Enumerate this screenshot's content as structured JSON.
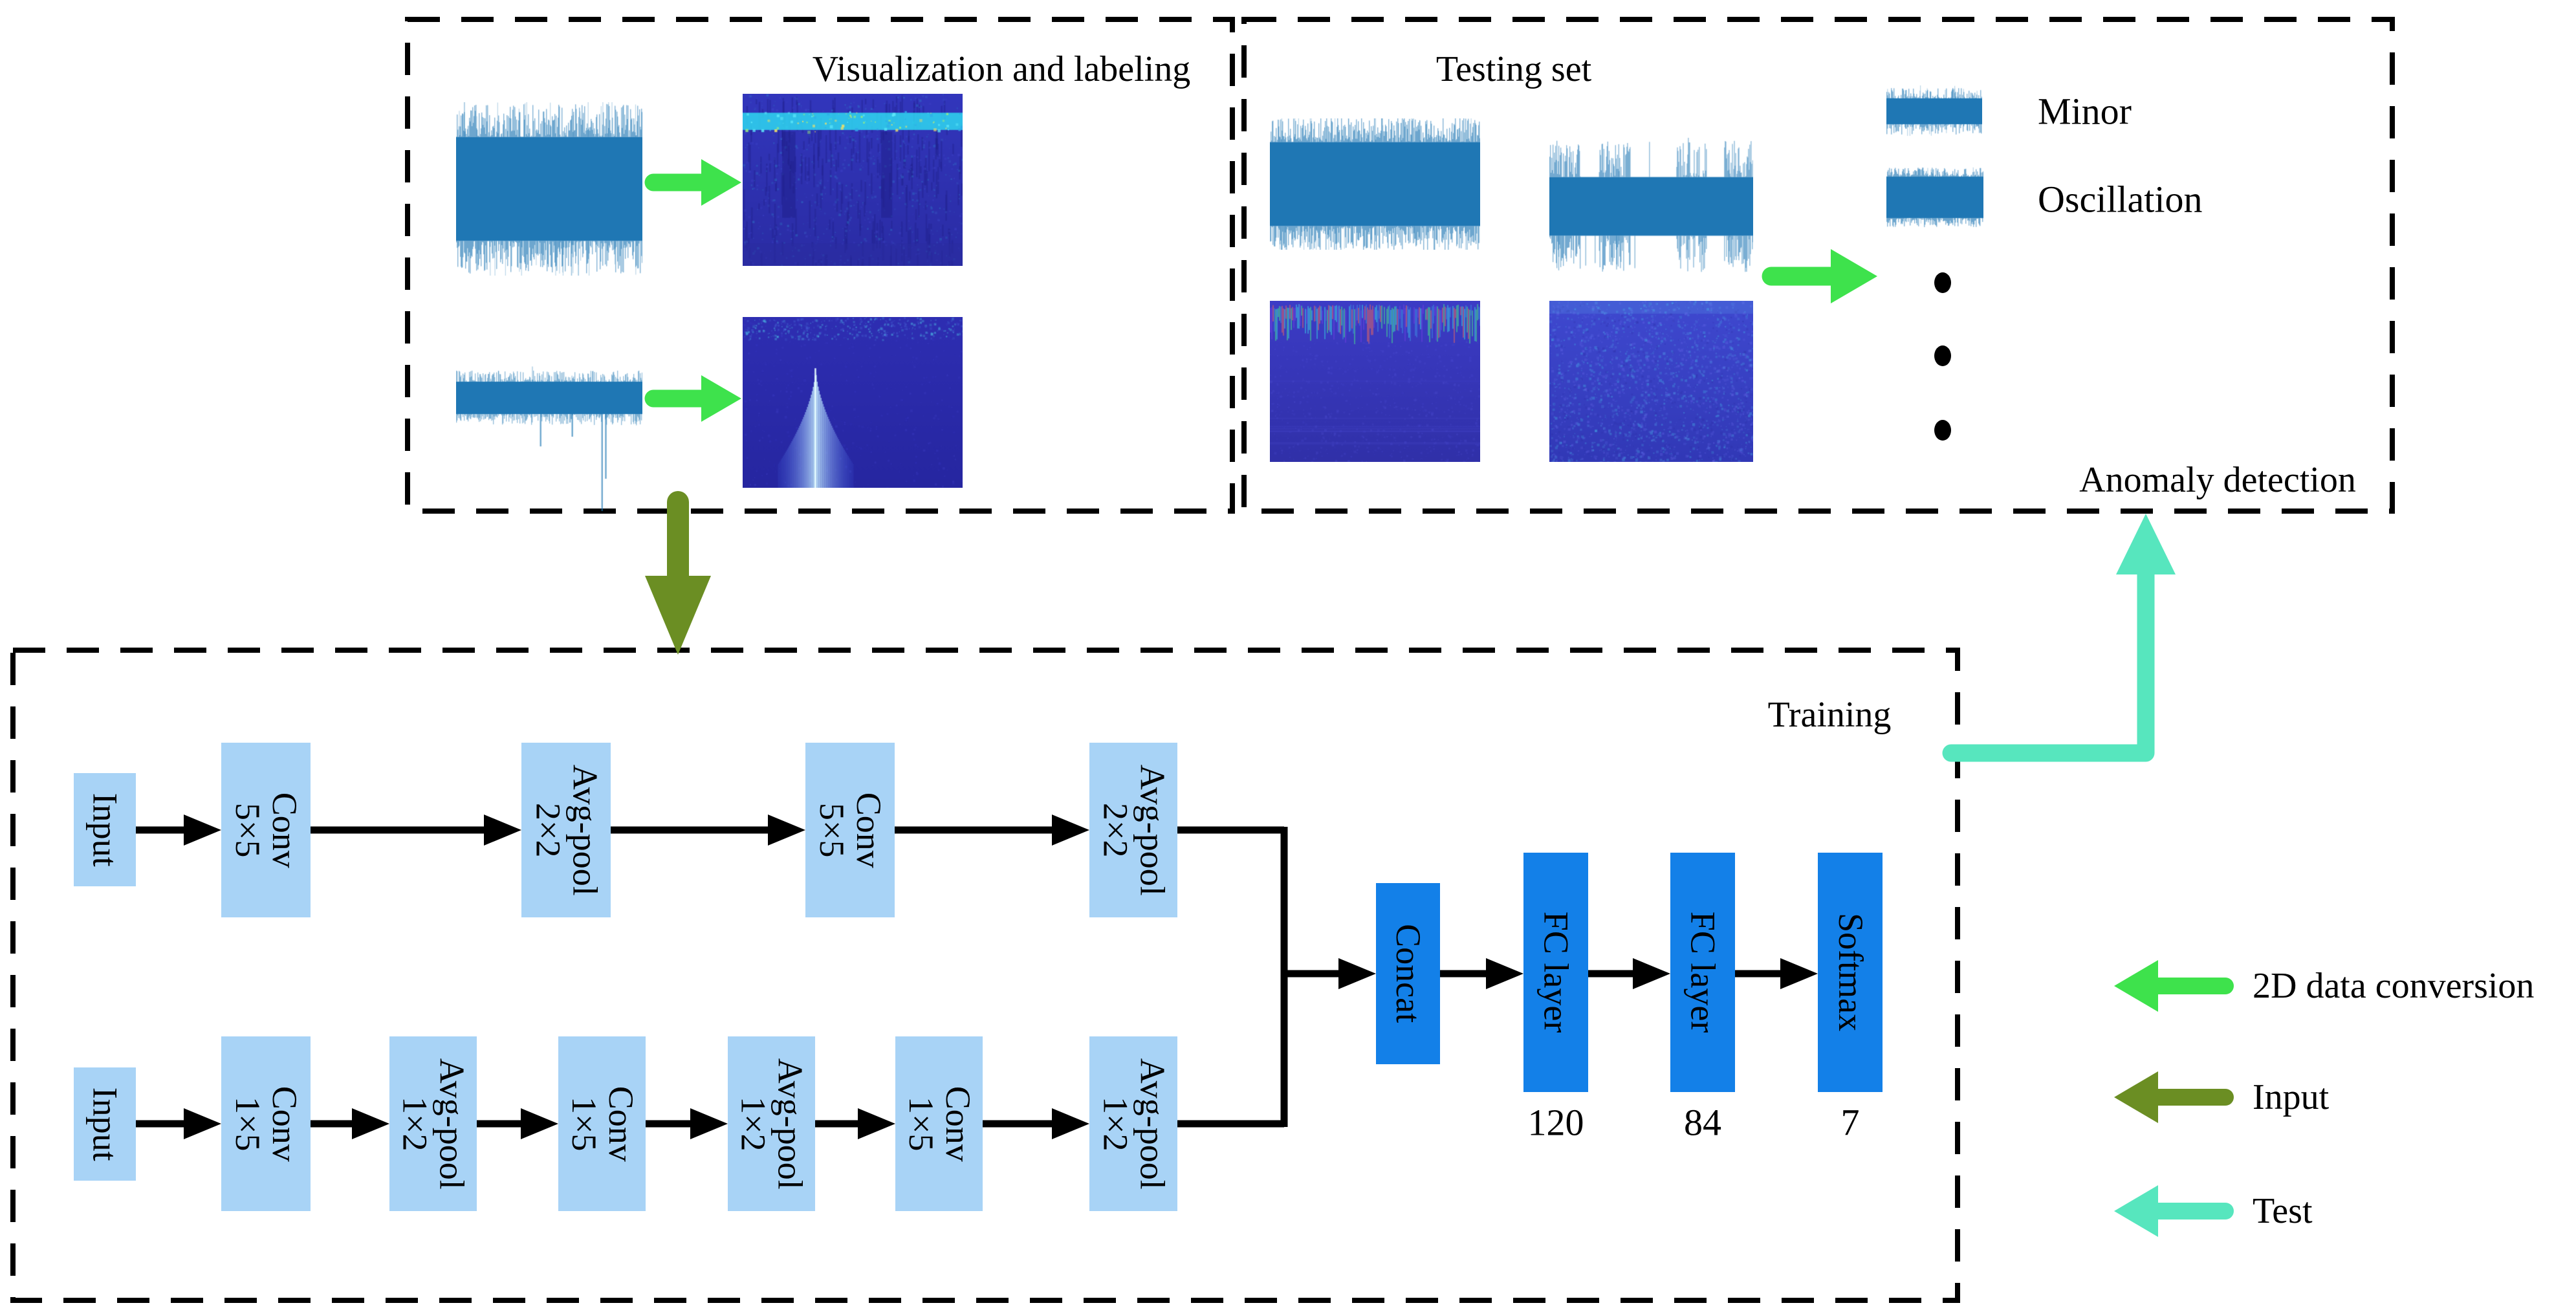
{
  "panels": {
    "visualization": {
      "title": "Visualization and labeling"
    },
    "testing": {
      "title": "Testing set",
      "minor_label": "Minor",
      "oscillation_label": "Oscillation",
      "anomaly_label": "Anomaly detection"
    },
    "training": {
      "title": "Training"
    }
  },
  "network": {
    "branch_2d": [
      "Input",
      "Conv\n5×5",
      "Avg-pool\n2×2",
      "Conv\n5×5",
      "Avg-pool\n2×2"
    ],
    "branch_1d": [
      "Input",
      "Conv\n1×5",
      "Avg-pool\n1×2",
      "Conv\n1×5",
      "Avg-pool\n1×2",
      "Conv\n1×5",
      "Avg-pool\n1×2"
    ],
    "head": [
      {
        "label": "Concat",
        "value": ""
      },
      {
        "label": "FC layer",
        "value": "120"
      },
      {
        "label": "FC layer",
        "value": "84"
      },
      {
        "label": "Softmax",
        "value": "7"
      }
    ]
  },
  "legend": [
    {
      "label": "2D data conversion",
      "color": "#3EE24C"
    },
    {
      "label": "Input",
      "color": "#6B8E23"
    },
    {
      "label": "Test",
      "color": "#57E6BE"
    }
  ],
  "colors": {
    "waveform_blue": "#1f77b4",
    "block_light": "#A8D3F6",
    "block_dark": "#1380E8",
    "arrow_green": "#3EE24C",
    "arrow_olive": "#6B8E23",
    "arrow_teal": "#57E6BE",
    "line_black": "#000000"
  }
}
